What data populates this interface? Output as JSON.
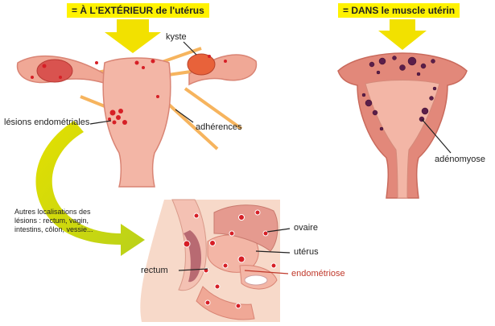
{
  "banners": {
    "exterieur": "= À L'EXTÉRIEUR de l'utérus",
    "dans": "= DANS le muscle utérin"
  },
  "labels": {
    "kyste": "kyste",
    "lesions": "lésions endométriales",
    "adherences": "adhérences",
    "adenomyose": "adénomyose",
    "autres": "Autres localisations des lésions : rectum, vagin, intestins, côlon, vessie...",
    "ovaire": "ovaire",
    "uterus": "utérus",
    "rectum": "rectum",
    "endometriose": "endométriose"
  },
  "colors": {
    "banner": "#fff200",
    "arrow_yellow": "#f2e100",
    "arrow_green": "#c8d400",
    "tissue": "#f3b6a6",
    "muscle": "#e2887a",
    "lesion": "#d61f26",
    "adhesion": "#f5a742",
    "label_red": "#c0392b"
  }
}
